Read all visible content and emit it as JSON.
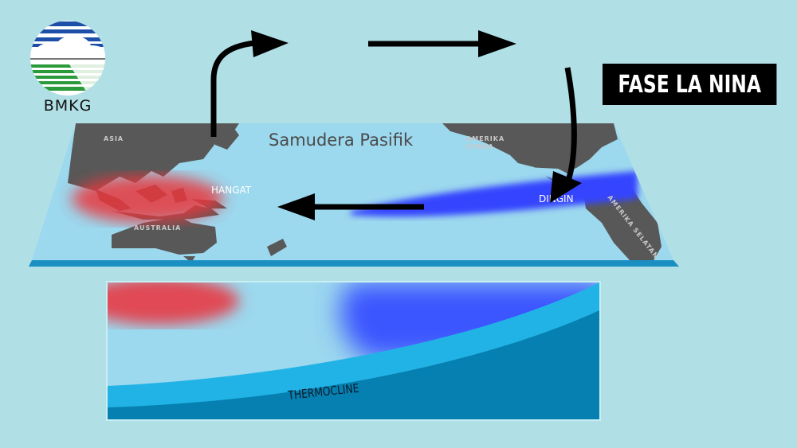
{
  "logo": {
    "text": "BMKG",
    "icon": "bmkg-logo-icon"
  },
  "phase_title": "FASE LA NINA",
  "map": {
    "ocean_label": "Samudera Pasifik",
    "continents": [
      "ASIA",
      "AUSTRALIA",
      "AMERIKA",
      "UTARA",
      "AMERIKA SELATAN"
    ],
    "warm_label": "HANGAT",
    "cold_label": "DINGIN"
  },
  "cross_section": {
    "label": "THERMOCLINE"
  },
  "colors": {
    "background": "#b1dfe6",
    "ocean": "#9cd8ee",
    "land": "#585858",
    "warm": "#e8383c",
    "cold": "#3545ff",
    "thermocline": "#22b3e6",
    "deep_water": "#0580b0",
    "badge": "#000000"
  }
}
